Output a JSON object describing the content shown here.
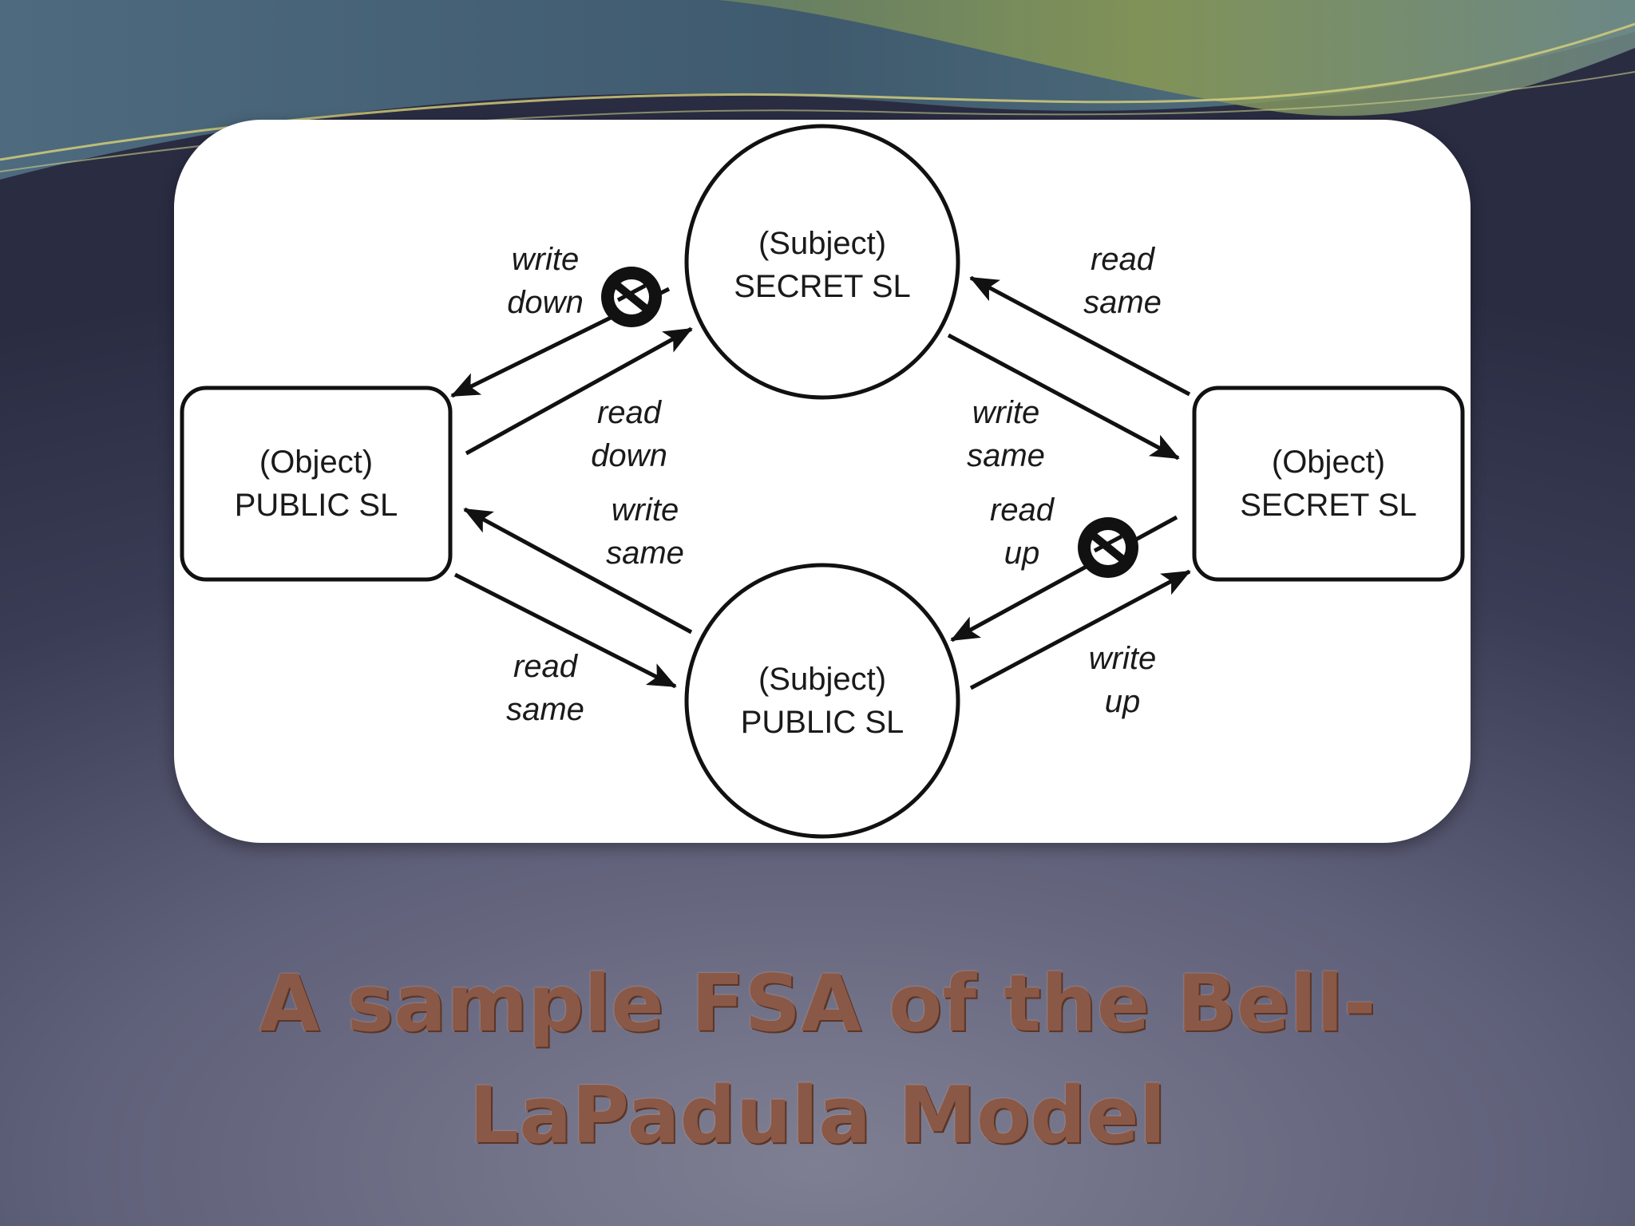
{
  "slide": {
    "title": "A sample FSA of the Bell-LaPadula Model",
    "accent_colors": {
      "background": "#3a3c55",
      "title": "#8a5846",
      "swoosh": "#8f9e49"
    }
  },
  "diagram": {
    "nodes": {
      "subject_secret": {
        "role": "(Subject)",
        "level": "SECRET SL",
        "shape": "circle"
      },
      "subject_public": {
        "role": "(Subject)",
        "level": "PUBLIC SL",
        "shape": "circle"
      },
      "object_public": {
        "role": "(Object)",
        "level": "PUBLIC SL",
        "shape": "rounded-rect"
      },
      "object_secret": {
        "role": "(Object)",
        "level": "SECRET SL",
        "shape": "rounded-rect"
      }
    },
    "edges": {
      "write_down": {
        "l1": "write",
        "l2": "down",
        "from": "(Subject) SECRET SL",
        "to": "(Object) PUBLIC SL",
        "forbidden": true
      },
      "read_down": {
        "l1": "read",
        "l2": "down",
        "from": "(Object) PUBLIC SL",
        "to": "(Subject) SECRET SL",
        "forbidden": false
      },
      "read_same_secret": {
        "l1": "read",
        "l2": "same",
        "from": "(Object) SECRET SL",
        "to": "(Subject) SECRET SL",
        "forbidden": false
      },
      "write_same_secret": {
        "l1": "write",
        "l2": "same",
        "from": "(Subject) SECRET SL",
        "to": "(Object) SECRET SL",
        "forbidden": false
      },
      "write_same_public": {
        "l1": "write",
        "l2": "same",
        "from": "(Subject) PUBLIC SL",
        "to": "(Object) PUBLIC SL",
        "forbidden": false
      },
      "read_same_public": {
        "l1": "read",
        "l2": "same",
        "from": "(Object) PUBLIC SL",
        "to": "(Subject) PUBLIC SL",
        "forbidden": false
      },
      "read_up": {
        "l1": "read",
        "l2": "up",
        "from": "(Object) SECRET SL",
        "to": "(Subject) PUBLIC SL",
        "forbidden": true
      },
      "write_up": {
        "l1": "write",
        "l2": "up",
        "from": "(Subject) PUBLIC SL",
        "to": "(Object) SECRET SL",
        "forbidden": false
      }
    }
  }
}
